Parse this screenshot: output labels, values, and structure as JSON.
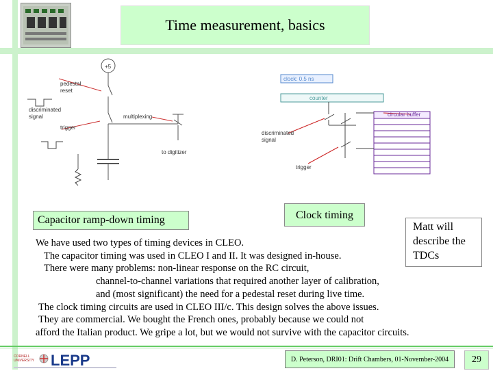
{
  "slide": {
    "title": "Time measurement, basics",
    "page_number": "29"
  },
  "capacitor_diagram": {
    "voltage_label": "+5",
    "pedestal_reset_label": [
      "pedestal",
      "reset"
    ],
    "discriminated_signal_label": [
      "discriminated",
      "signal"
    ],
    "trigger_label": "trigger",
    "multiplexing_label": "multiplexing",
    "to_digitizer_label": "to digitizer"
  },
  "clock_diagram": {
    "clock_label": "clock: 0.5 ns",
    "counter_label": "counter",
    "circular_buffer_label": "circular buffer",
    "discriminated_signal_label": [
      "discriminated",
      "signal"
    ],
    "trigger_label": "trigger"
  },
  "captions": {
    "capacitor": "Capacitor ramp-down timing",
    "clock": "Clock timing",
    "note_lines": [
      "Matt will",
      "describe the",
      "TDCs"
    ]
  },
  "body_lines": [
    "We have used two types of timing devices in CLEO.",
    "The capacitor timing was used in CLEO I and II. It was designed in-house.",
    "There were many problems: non-linear response on the RC circuit,",
    "channel-to-channel variations that required another layer of calibration,",
    "and (most significant) the need for a pedestal reset during live time.",
    "The clock timing circuits are used in CLEO III/c. This design solves the above issues.",
    "They are commercial. We bought the French ones, probably because we could not",
    "afford the Italian product.  We gripe a lot, but we would not survive with the capacitor circuits."
  ],
  "footer": {
    "logo_text": "LEPP",
    "university_text": [
      "CORNELL",
      "UNIVERSITY"
    ],
    "reference": "D. Peterson, DRI01: Drift Chambers, 01-November-2004"
  },
  "colors": {
    "accent_green": "#ccffcc",
    "stripe_green": "#ccf2cc",
    "buffer_purple": "#6a2a9a",
    "clock_blue": "#5588cc",
    "counter_teal": "#4a9a9a",
    "arrow_red": "#cc2222"
  }
}
